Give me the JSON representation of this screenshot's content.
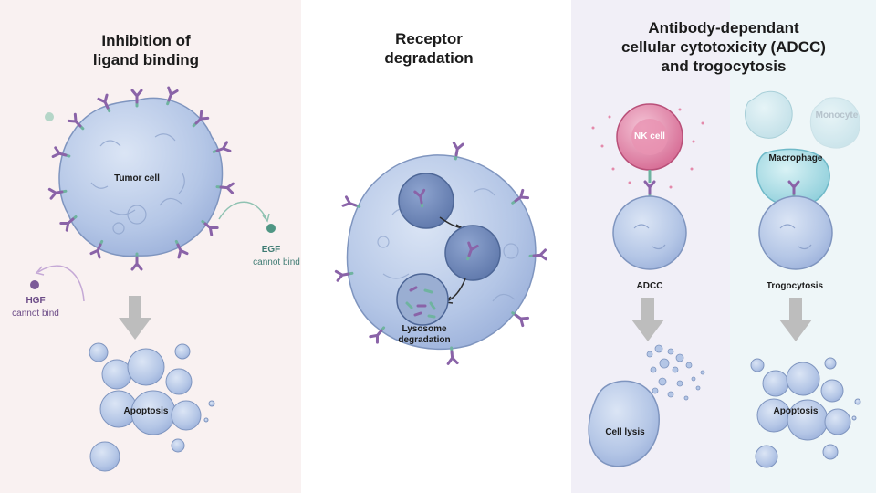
{
  "panels": {
    "ligand": {
      "title": "Inhibition of\nligand binding",
      "tumor_label": "Tumor cell",
      "egf_name": "EGF",
      "egf_note": "cannot bind",
      "hgf_name": "HGF",
      "hgf_note": "cannot bind",
      "apoptosis_label": "Apoptosis"
    },
    "degradation": {
      "title": "Receptor\ndegradation",
      "lysosome_label": "Lysosome\ndegradation"
    },
    "adcc": {
      "title": "Antibody-dependant\ncellular cytotoxicity (ADCC)\nand trogocytosis",
      "nk_label": "NK cell",
      "adcc_label": "ADCC",
      "lysis_label": "Cell lysis",
      "monocyte_label": "Monocyte",
      "macrophage_label": "Macrophage",
      "trogocytosis_label": "Trogocytosis",
      "apoptosis_label": "Apoptosis"
    }
  },
  "colors": {
    "cell_fill": "#b9c9e6",
    "cell_stroke": "#7f95bf",
    "antibody": "#8a63a8",
    "receptor": "#6fb3a0",
    "nk_cell": "#d9739a",
    "macrophage": "#a8dbe3",
    "arrow": "#bdbdbd"
  }
}
